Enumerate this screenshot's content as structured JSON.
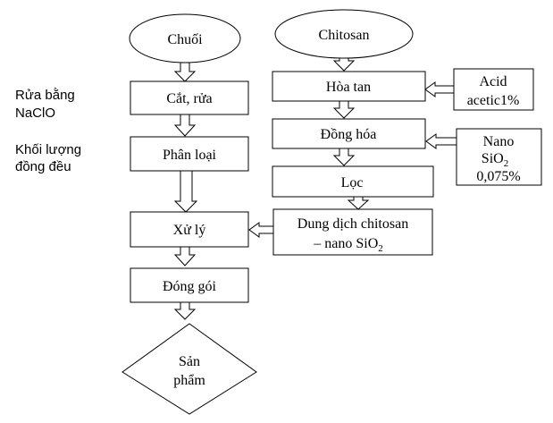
{
  "left_flow": {
    "start": "Chuối",
    "step1": "Cắt, rửa",
    "step2": "Phân loại",
    "step3": "Xử lý",
    "step4": "Đóng gói",
    "end_line1": "Sản",
    "end_line2": "phẩm"
  },
  "notes": {
    "wash_line1": "Rửa bằng",
    "wash_line2": "NaClO",
    "weight_line1": "Khối lượng",
    "weight_line2": "đồng đều"
  },
  "right_flow": {
    "start": "Chitosan",
    "step1": "Hòa tan",
    "step2": "Đồng hóa",
    "step3": "Lọc",
    "result_line1": "Dung dịch chitosan",
    "result_line2": "– nano SiO",
    "result_sub": "2"
  },
  "inputs": {
    "acid_line1": "Acid",
    "acid_line2": "acetic1%",
    "nano_line1": "Nano",
    "nano_line2": "SiO",
    "nano_sub": "2",
    "nano_line3": "0,075%"
  }
}
